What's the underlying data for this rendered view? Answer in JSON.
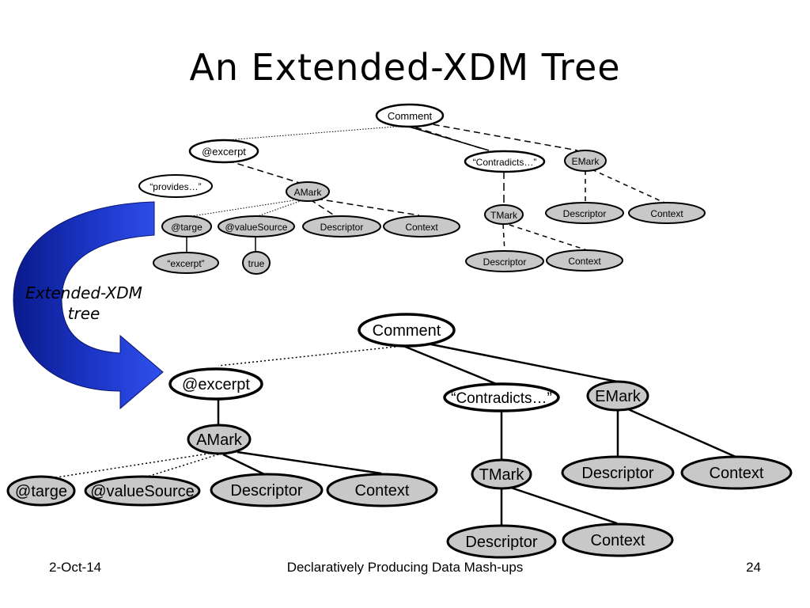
{
  "slide": {
    "title": "An Extended-XDM Tree"
  },
  "arrow_caption": {
    "line1": "Extended-XDM",
    "line2": "tree"
  },
  "top_tree": {
    "comment": "Comment",
    "excerpt_attr": "@excerpt",
    "provides": "“provides…”",
    "amark": "AMark",
    "target_attr": "@targe",
    "valuesource_attr": "@valueSource",
    "descriptor_a": "Descriptor",
    "context_a": "Context",
    "excerpt_val": "“excerpt”",
    "true_val": "true",
    "contradicts": "“Contradicts…”",
    "emark": "EMark",
    "tmark": "TMark",
    "descriptor_e": "Descriptor",
    "context_e": "Context",
    "descriptor_t": "Descriptor",
    "context_t": "Context"
  },
  "bottom_tree": {
    "comment": "Comment",
    "excerpt_attr": "@excerpt",
    "amark": "AMark",
    "target_attr": "@targe",
    "valuesource_attr": "@valueSource",
    "descriptor_a": "Descriptor",
    "context_a": "Context",
    "contradicts": "“Contradicts…”",
    "emark": "EMark",
    "tmark": "TMark",
    "descriptor_e": "Descriptor",
    "context_e": "Context",
    "descriptor_t": "Descriptor",
    "context_t": "Context"
  },
  "footer": {
    "date": "2-Oct-14",
    "center": "Declaratively Producing Data Mash-ups",
    "page": "24"
  },
  "colors": {
    "arrow_dark": "#0a1a8c",
    "arrow_light": "#2a4ae8",
    "node_gray": "#c8c8c8",
    "node_white": "#ffffff"
  }
}
